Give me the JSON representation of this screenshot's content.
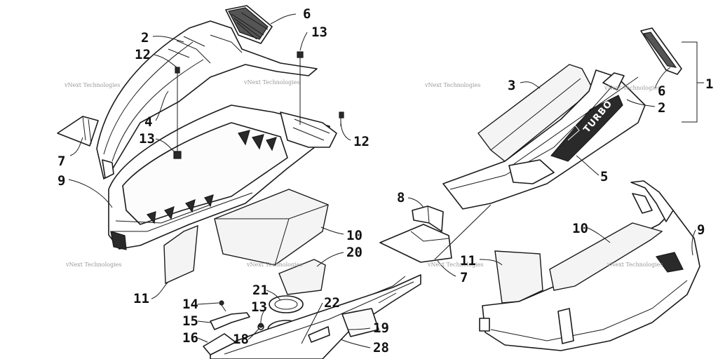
{
  "watermark": {
    "text": "vNext Technologies"
  },
  "decal_text": "TURBO",
  "callouts": {
    "c1": "1",
    "c2a": "2",
    "c2b": "2",
    "c3": "3",
    "c4": "4",
    "c5": "5",
    "c6a": "6",
    "c6b": "6",
    "c7a": "7",
    "c7b": "7",
    "c8": "8",
    "c9a": "9",
    "c9b": "9",
    "c10a": "10",
    "c10b": "10",
    "c11a": "11",
    "c11b": "11",
    "c12a": "12",
    "c12b": "12",
    "c13a": "13",
    "c13b": "13",
    "c13c": "13",
    "c14": "14",
    "c15": "15",
    "c16": "16",
    "c18": "18",
    "c19": "19",
    "c20": "20",
    "c21": "21",
    "c22": "22",
    "c28": "28"
  }
}
